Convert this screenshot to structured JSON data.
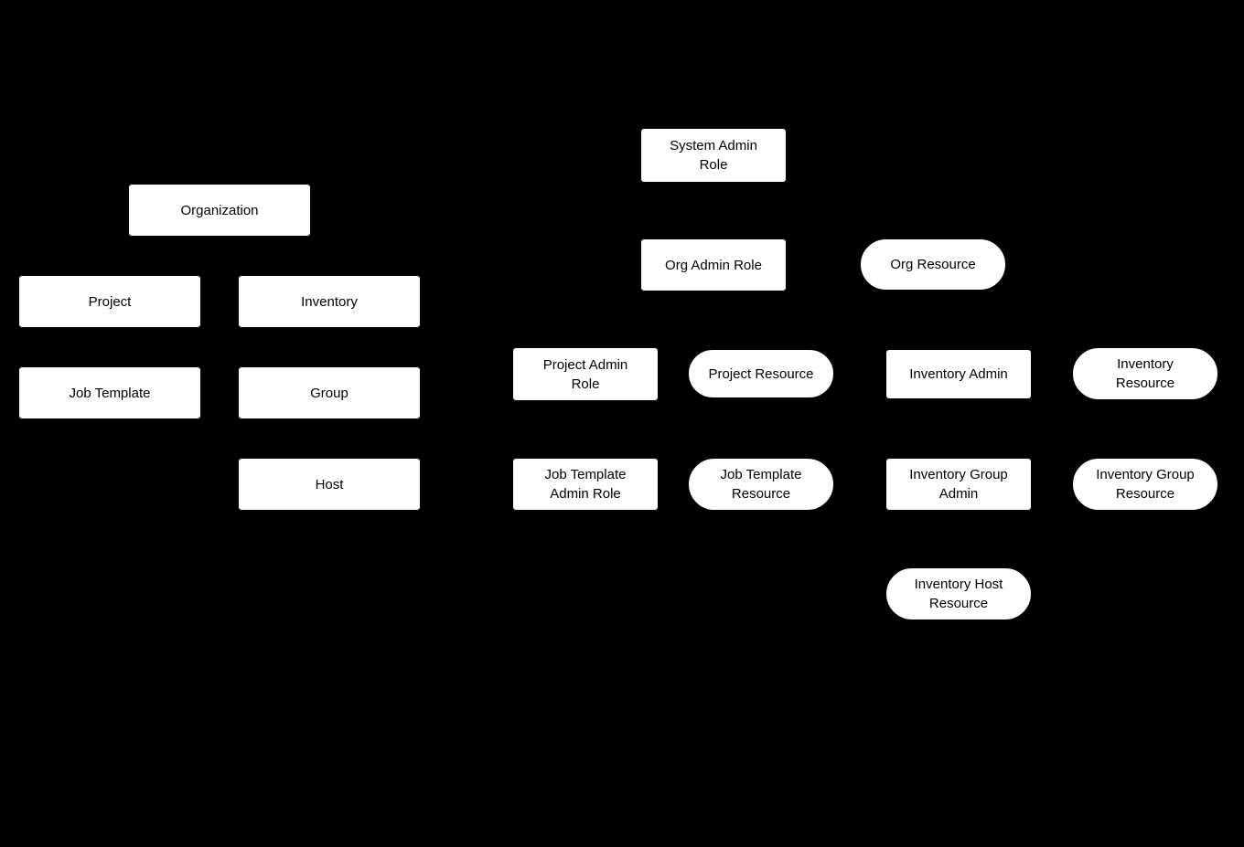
{
  "diagram": {
    "colors": {
      "background": "#000000",
      "node_fill": "#ffffff",
      "node_text": "#000000"
    },
    "nodes": {
      "organization": {
        "label": "Organization",
        "shape": "rect"
      },
      "project": {
        "label": "Project",
        "shape": "rect"
      },
      "inventory": {
        "label": "Inventory",
        "shape": "rect"
      },
      "job_template": {
        "label": "Job Template",
        "shape": "rect"
      },
      "group": {
        "label": "Group",
        "shape": "rect"
      },
      "host": {
        "label": "Host",
        "shape": "rect"
      },
      "system_admin_role": {
        "label": "System Admin\nRole",
        "shape": "rect"
      },
      "org_admin_role": {
        "label": "Org Admin Role",
        "shape": "rect"
      },
      "org_resource": {
        "label": "Org Resource",
        "shape": "stadium"
      },
      "project_admin_role": {
        "label": "Project Admin\nRole",
        "shape": "rect"
      },
      "project_resource": {
        "label": "Project Resource",
        "shape": "stadium"
      },
      "inventory_admin": {
        "label": "Inventory Admin",
        "shape": "rect"
      },
      "inventory_resource": {
        "label": "Inventory\nResource",
        "shape": "stadium"
      },
      "job_template_admin_role": {
        "label": "Job Template\nAdmin Role",
        "shape": "rect"
      },
      "job_template_resource": {
        "label": "Job Template\nResource",
        "shape": "stadium"
      },
      "inventory_group_admin": {
        "label": "Inventory Group\nAdmin",
        "shape": "rect"
      },
      "inventory_group_resource": {
        "label": "Inventory Group\nResource",
        "shape": "stadium"
      },
      "inventory_host_resource": {
        "label": "Inventory Host\nResource",
        "shape": "stadium"
      }
    }
  }
}
